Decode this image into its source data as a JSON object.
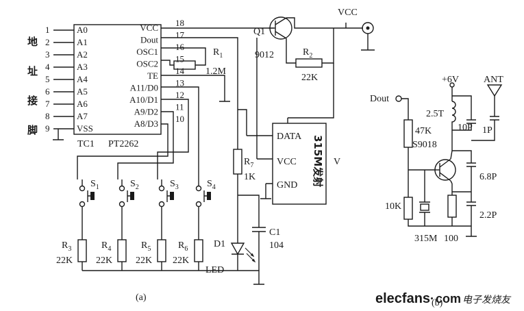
{
  "pt2262": {
    "left_pins": [
      {
        "num": "1",
        "name": "A0"
      },
      {
        "num": "2",
        "name": "A1"
      },
      {
        "num": "3",
        "name": "A2"
      },
      {
        "num": "4",
        "name": "A3"
      },
      {
        "num": "5",
        "name": "A4"
      },
      {
        "num": "6",
        "name": "A5"
      },
      {
        "num": "7",
        "name": "A6"
      },
      {
        "num": "8",
        "name": "A7"
      },
      {
        "num": "9",
        "name": "VSS"
      }
    ],
    "right_pins": [
      {
        "num": "18",
        "name": "VCC"
      },
      {
        "num": "17",
        "name": "Dout"
      },
      {
        "num": "16",
        "name": "OSC1"
      },
      {
        "num": "15",
        "name": "OSC2"
      },
      {
        "num": "14",
        "name": "TE"
      },
      {
        "num": "13",
        "name": "A11/D0"
      },
      {
        "num": "12",
        "name": "A10/D1"
      },
      {
        "num": "11",
        "name": "A9/D2"
      },
      {
        "num": "10",
        "name": "A8/D3"
      }
    ],
    "ref": "TC1",
    "part": "PT2262",
    "side_label": [
      "地",
      "址",
      "接",
      "脚"
    ]
  },
  "labels": {
    "vcc_top": "VCC",
    "q1": "Q1",
    "q1_part": "9012",
    "r1": "R",
    "r1_sub": "1",
    "r1_val": "1.2M",
    "r2": "R",
    "r2_sub": "2",
    "r2_val": "22K",
    "r7": "R",
    "r7_sub": "7",
    "r7_val": "1K",
    "c1": "C1",
    "c1_val": "104",
    "d1": "D1",
    "led": "LED",
    "module_data": "DATA",
    "module_vcc": "VCC",
    "module_gnd": "GND",
    "module_title": "315M发射",
    "module_v": "V",
    "switches": [
      {
        "name": "S",
        "sub": "1"
      },
      {
        "name": "S",
        "sub": "2"
      },
      {
        "name": "S",
        "sub": "3"
      },
      {
        "name": "S",
        "sub": "4"
      }
    ],
    "pull_res": [
      {
        "name": "R",
        "sub": "3",
        "val": "22K"
      },
      {
        "name": "R",
        "sub": "4",
        "val": "22K"
      },
      {
        "name": "R",
        "sub": "5",
        "val": "22K"
      },
      {
        "name": "R",
        "sub": "6",
        "val": "22K"
      }
    ],
    "caption_a": "(a)",
    "caption_b": "(b)"
  },
  "rf": {
    "dout": "Dout",
    "supply": "+6V",
    "ant": "ANT",
    "l1": "2.5T",
    "r_bias": "47K",
    "transistor": "S9018",
    "r_base": "10K",
    "cap_10p": "10P",
    "cap_1p": "1P",
    "cap_68p": "6.8P",
    "cap_22p": "2.2P",
    "crystal": "315M",
    "r_emitter": "100"
  },
  "watermark": {
    "brand": "elecfans",
    "dot": "·",
    "domain": "com",
    "cn": "电子发烧友"
  }
}
